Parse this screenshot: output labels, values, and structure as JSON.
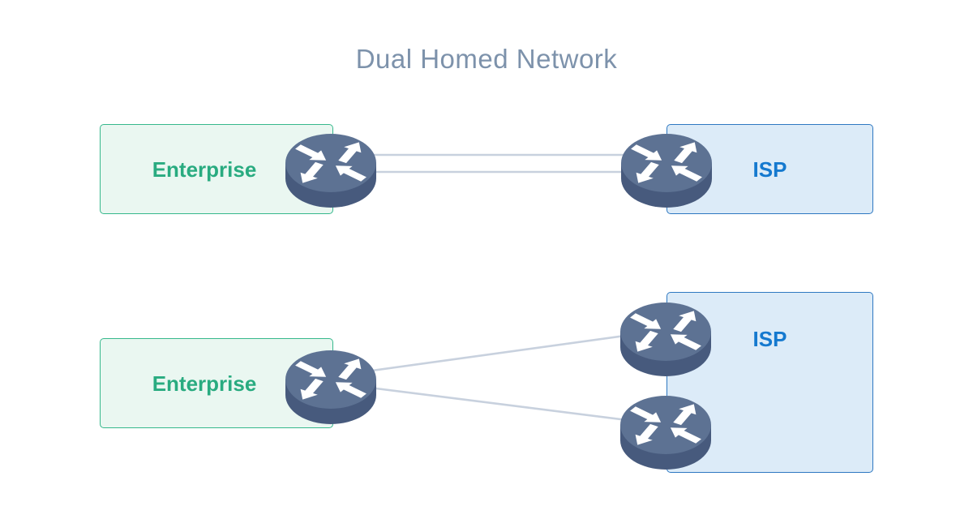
{
  "title": "Dual Homed Network",
  "colors": {
    "title-color": "#7d92ab",
    "enterprise-fill": "#eaf7f1",
    "enterprise-border": "#36b88c",
    "enterprise-text": "#29ab80",
    "isp-fill": "#dcebf8",
    "isp-border": "#2e78c1",
    "isp-text": "#1579cf",
    "link-color": "#c8d1de",
    "router-top": "#5d7293",
    "router-body": "#475a7d",
    "router-arrow": "#ffffff"
  },
  "icons": {
    "router-icon": "isometric-cylinder-with-four-white-routing-arrows"
  },
  "scenarios": [
    {
      "enterprise_label": "Enterprise",
      "isp_label": "ISP"
    },
    {
      "enterprise_label": "Enterprise",
      "isp_label": "ISP"
    }
  ]
}
